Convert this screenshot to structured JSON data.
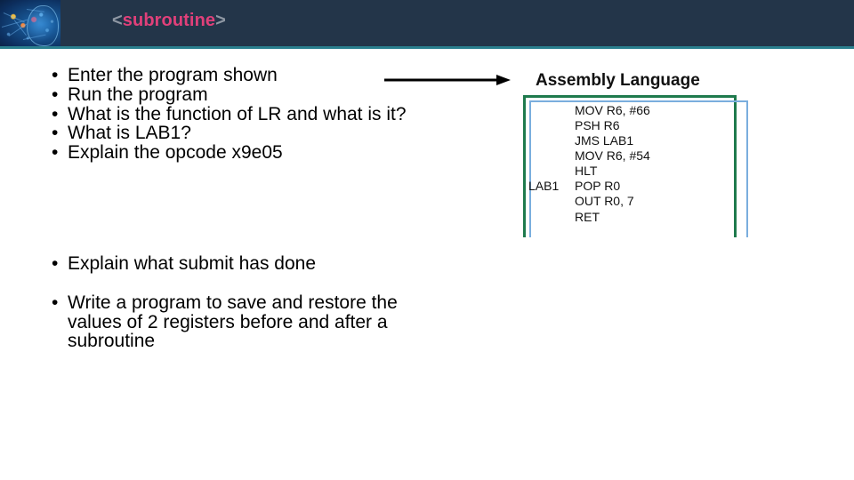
{
  "header": {
    "logo_alt": "ai-brain-network-graphic",
    "title_open_bracket": "<",
    "title_keyword": "subroutine",
    "title_close_bracket": ">",
    "band_color": "#233549",
    "accent_line_color": "#2a7f8e",
    "keyword_color": "#e0407a",
    "bracket_color": "#8e97a3"
  },
  "slide": {
    "bullet_marker": "•",
    "bullets_primary": [
      "Enter the program shown",
      "Run the program",
      "What is the function of LR and what is it?",
      "What is LAB1?",
      "Explain the opcode x9e05"
    ],
    "bullets_secondary": [
      "Explain what submit has done",
      "Write a program to save and restore the values of 2 registers before and after a subroutine"
    ]
  },
  "arrow": {
    "name": "right-arrow",
    "color": "#000000",
    "direction": "right"
  },
  "assembly": {
    "title": "Assembly Language",
    "outer_border_color": "#1f7a4d",
    "inner_border_color": "#7aaede",
    "code": [
      {
        "label": "",
        "instruction": "MOV R6, #66"
      },
      {
        "label": "",
        "instruction": "PSH R6"
      },
      {
        "label": "",
        "instruction": "JMS LAB1"
      },
      {
        "label": "",
        "instruction": "MOV R6, #54"
      },
      {
        "label": "",
        "instruction": "HLT"
      },
      {
        "label": "LAB1",
        "instruction": "POP R0"
      },
      {
        "label": "",
        "instruction": "OUT R0, 7"
      },
      {
        "label": "",
        "instruction": "RET"
      }
    ]
  }
}
